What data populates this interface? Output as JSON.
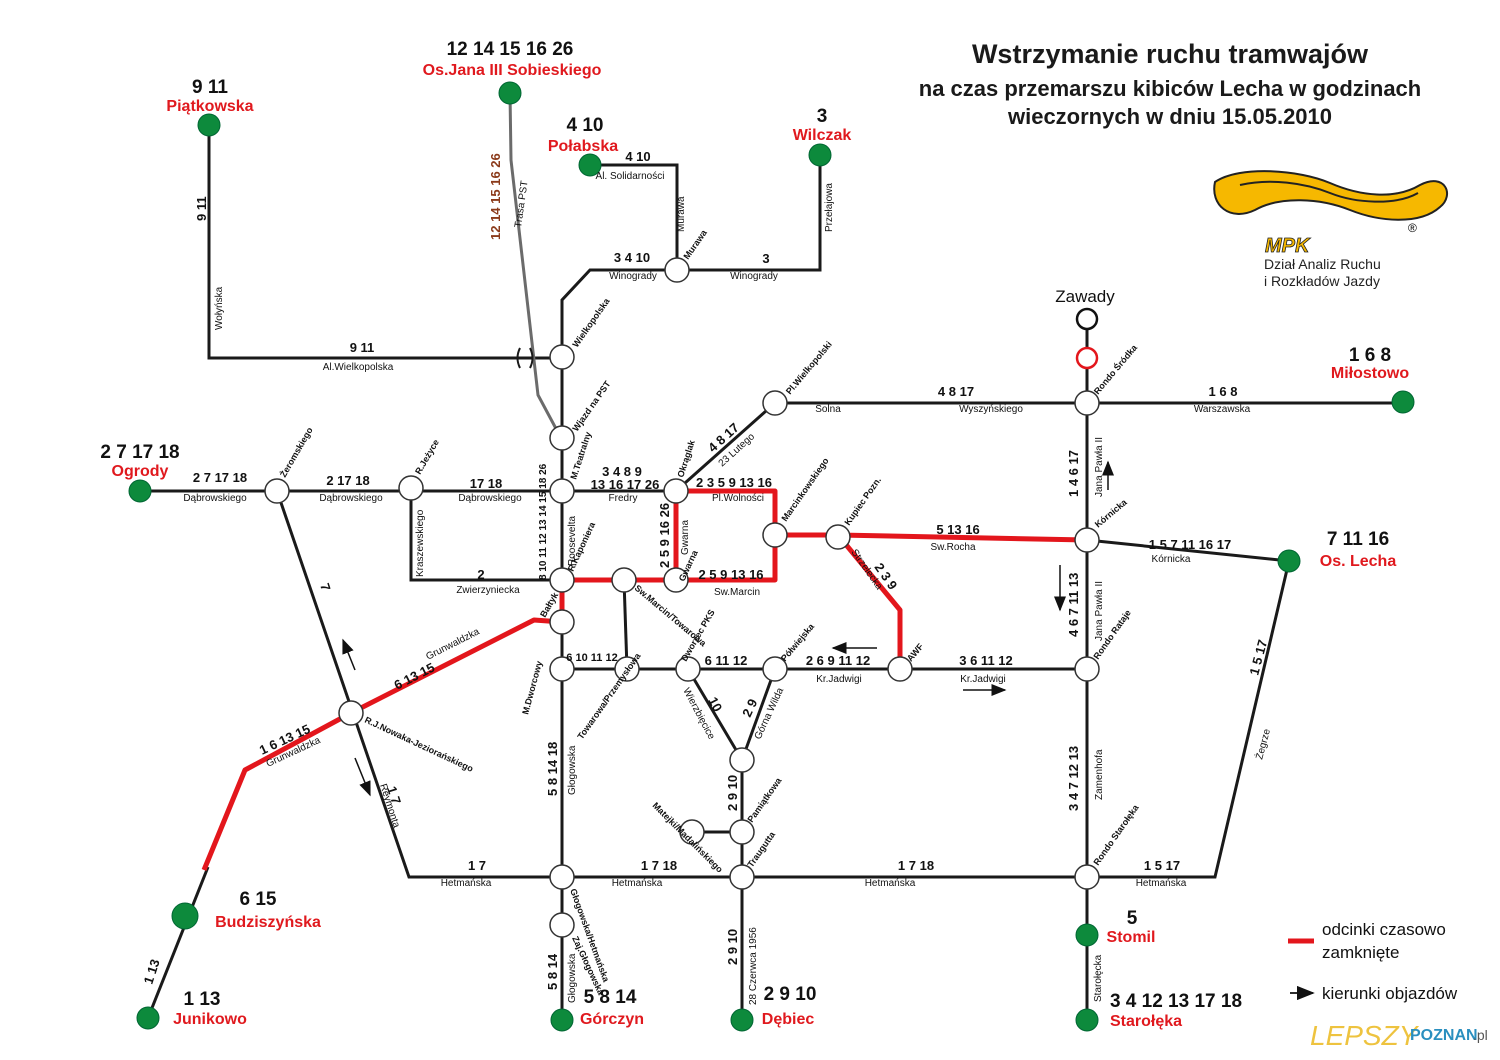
{
  "title": {
    "line1": "Wstrzymanie ruchu tramwajów",
    "line2": "na czas przemarszu kibiców Lecha w godzinach",
    "line3": "wieczornych w dniu 15.05.2010"
  },
  "logo": {
    "brand": "MPK",
    "registered": "®",
    "dept_line1": "Dział Analiz Ruchu",
    "dept_line2": "i Rozkładów Jazdy"
  },
  "colors": {
    "closed_segment": "#e3161c",
    "terminal": "#0d8a3c",
    "line": "#1a1a1a",
    "pst_line": "#6b6b6b",
    "logo_yellow": "#f6b800"
  },
  "terminals": [
    {
      "name": "Piątkowska",
      "lines": "9 11"
    },
    {
      "name": "Os.Jana III  Sobieskiego",
      "lines": "12 14 15 16 26"
    },
    {
      "name": "Połabska",
      "lines": "4 10"
    },
    {
      "name": "Wilczak",
      "lines": "3"
    },
    {
      "name": "Ogrody",
      "lines": "2 7 17 18"
    },
    {
      "name": "Miłostowo",
      "lines": "1 6 8"
    },
    {
      "name": "Os. Lecha",
      "lines": "7 11 16"
    },
    {
      "name": "Budziszyńska",
      "lines": "6 15"
    },
    {
      "name": "Junikowo",
      "lines": "1 13"
    },
    {
      "name": "Górczyn",
      "lines": "5 8 14"
    },
    {
      "name": "Dębiec",
      "lines": "2 9 10"
    },
    {
      "name": "Stomil",
      "lines": "5"
    },
    {
      "name": "Starołęka",
      "lines": "3 4 12 13 17 18"
    }
  ],
  "zawady": "Zawady",
  "stops": [
    "Żeromskiego",
    "R.Jeżyce",
    "M.Teatralny",
    "Okrąglak",
    "Pl.Wielkopolski",
    "Rondo Śródka",
    "Wielkopolska",
    "Wjazd na PST",
    "Murawa",
    "Marcinkowskiego",
    "Kupiec Pozn.",
    "Kórnicka",
    "R.Kaponiera",
    "Sw.Marcin/Towarowa",
    "Gwarna",
    "Bałtyk",
    "M.Dworcowy",
    "Towarowa/Przemysłowa",
    "Dworzec PKS",
    "Półwiejska",
    "AWF",
    "Rondo Rataje",
    "R.J.Nowaka-Jeziorańskiego",
    "Matejki/Madalińskiego",
    "Pamiątkowa",
    "Traugutta",
    "Rondo Starołęka",
    "Głogowska/Hetmańska",
    "Zaj.Głogowska",
    "Al. Solidarności",
    "Wierzbięcice",
    "Górna Wilda"
  ],
  "streets": [
    "Wołyńska",
    "Al.Wielkopolska",
    "Trasa PST",
    "Murawa",
    "Przełajowa",
    "Winogrady",
    "Winogrady",
    "Al. Solidarności",
    "Solna",
    "Wyszyńskiego",
    "Warszawska",
    "23 Lutego",
    "Dąbrowskiego",
    "Dąbrowskiego",
    "Dąbrowskiego",
    "Fredry",
    "Pl.Wolności",
    "Sw.Rocha",
    "Kórnicka",
    "Jana Pawła II",
    "Jana Pawła II",
    "Kraszewskiego",
    "Zwierzyniecka",
    "Sw.Marcin",
    "Gwarna",
    "Roosevelta",
    "Grunwaldzka",
    "Grunwaldzka",
    "Strzelecka",
    "Kr.Jadwigi",
    "Kr.Jadwigi",
    "Wierzbięcice",
    "Górna Wilda",
    "Głogowska",
    "Głogowska",
    "Zamenhofa",
    "Żegrze",
    "Reymonta",
    "Hetmańska",
    "Hetmańska",
    "Hetmańska",
    "Hetmańska",
    "28 Czerwca 1956",
    "Starołęcka"
  ],
  "line_labels": [
    "9 11",
    "9 11",
    "12 14 15 16 26",
    "4 10",
    "3",
    "3 4 10",
    "3",
    "2 7 17 18",
    "2 17 18",
    "17 18",
    "3 4 8 9",
    "13 16 17 26",
    "4 8 17",
    "4 8 17",
    "1 6 8",
    "2 3 5 9 13 16",
    "5 13 16",
    "1 5 7 11 16 17",
    "1 4 6 17",
    "8 10 11 12 13 14 15 18 26",
    "2",
    "2 5 9 13 16",
    "2 5 9 16 26",
    "2 3 9",
    "6 13 15",
    "6 10 11 12",
    "6 11 12",
    "2 6 9 11 12",
    "3 6 11 12",
    "4 6 7 11 13",
    "7",
    "1 6 13 15",
    "10",
    "2 9",
    "5 8 14 18",
    "2 9 10",
    "3 4 7 12 13",
    "1 5 17",
    "1 7",
    "1 7",
    "1 7 18",
    "1 7 18",
    "1 5 17",
    "2 9 10",
    "5 8 14",
    "1 13"
  ],
  "legend": {
    "closed_line1": "odcinki czasowo",
    "closed_line2": "zamknięte",
    "detour": "kierunki objazdów"
  },
  "watermark": {
    "part1": "LEPSZY",
    "part2": "POZNAN",
    "part3": ".pl"
  }
}
